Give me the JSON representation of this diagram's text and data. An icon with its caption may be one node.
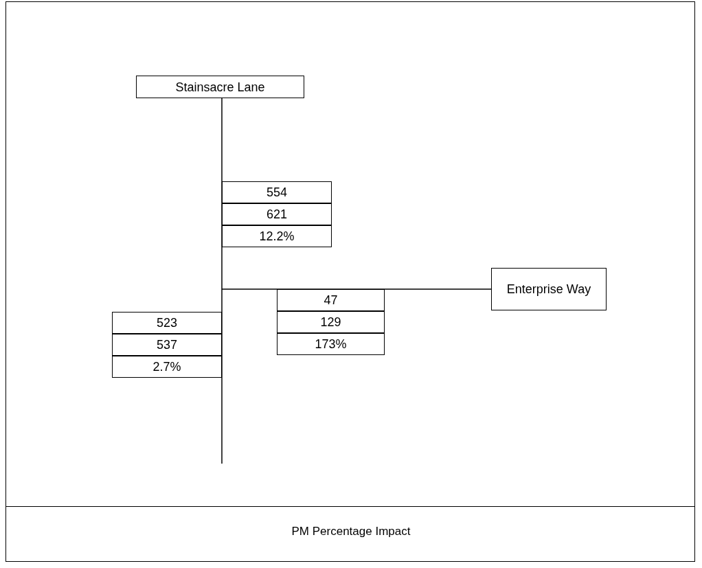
{
  "diagram": {
    "caption": "PM Percentage Impact",
    "nodes": [
      {
        "text": [
          "Stainsacre Lane"
        ]
      },
      {
        "text": [
          "554"
        ]
      },
      {
        "text": [
          "621"
        ]
      },
      {
        "text": [
          "12.2%"
        ]
      },
      {
        "text": [
          "Enterprise Way"
        ]
      },
      {
        "text": [
          "47"
        ]
      },
      {
        "text": [
          "129"
        ]
      },
      {
        "text": [
          "173%"
        ]
      },
      {
        "text": [
          "523"
        ]
      },
      {
        "text": [
          "537"
        ]
      },
      {
        "text": [
          "2.7%"
        ]
      }
    ],
    "edges": [
      {
        "from": 0,
        "to": null,
        "arrow": "none"
      },
      {
        "from": 4,
        "to": null,
        "arrow": "none"
      }
    ]
  }
}
